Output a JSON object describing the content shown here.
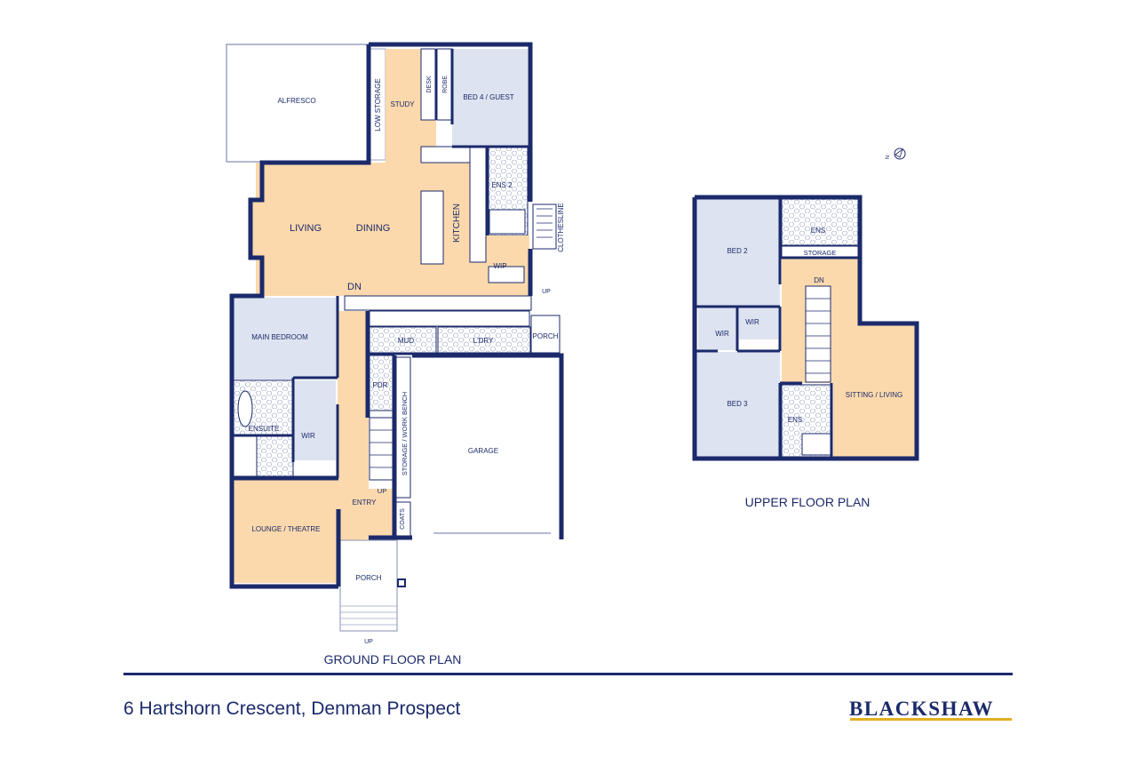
{
  "colors": {
    "wall": "#1b2a6b",
    "living_fill": "#fcd9ac",
    "bedroom_fill": "#dde3f0",
    "label": "#1b2a6b",
    "accent_bar": "#e0b020"
  },
  "ground_floor": {
    "title": "GROUND FLOOR PLAN",
    "rooms": {
      "alfresco": "ALFRESCO",
      "low_storage": "LOW STORAGE",
      "study": "STUDY",
      "desk": "DESK",
      "robe": "ROBE",
      "bed4": "BED 4 / GUEST",
      "ens2": "ENS 2",
      "clothesline": "CLOTHESLINE",
      "living": "LIVING",
      "dining": "DINING",
      "kitchen": "KITCHEN",
      "wip": "WIP",
      "dn": "DN",
      "up_porch": "UP",
      "porch_side": "PORCH",
      "main_bedroom": "MAIN BEDROOM",
      "mud": "MUD",
      "ldry": "L'DRY",
      "pdr": "PDR",
      "storage_bench": "STORAGE / WORK BENCH",
      "garage": "GARAGE",
      "ensuite": "ENSUITE",
      "wir": "WIR",
      "up_stairs": "UP",
      "entry": "ENTRY",
      "coats": "COATS",
      "lounge": "LOUNGE / THEATRE",
      "porch_front": "PORCH",
      "up_front": "UP"
    }
  },
  "upper_floor": {
    "title": "UPPER FLOOR PLAN",
    "rooms": {
      "bed2": "BED 2",
      "ens": "ENS",
      "storage": "STORAGE",
      "dn": "DN",
      "wir1": "WIR",
      "wir2": "WIR",
      "bed3": "BED 3",
      "ens2": "ENS",
      "sitting": "SITTING / LIVING"
    }
  },
  "compass": {
    "letter": "N",
    "icon": "north-arrow-icon"
  },
  "footer": {
    "address": "6 Hartshorn Crescent, Denman Prospect",
    "brand": "BLACKSHAW"
  }
}
